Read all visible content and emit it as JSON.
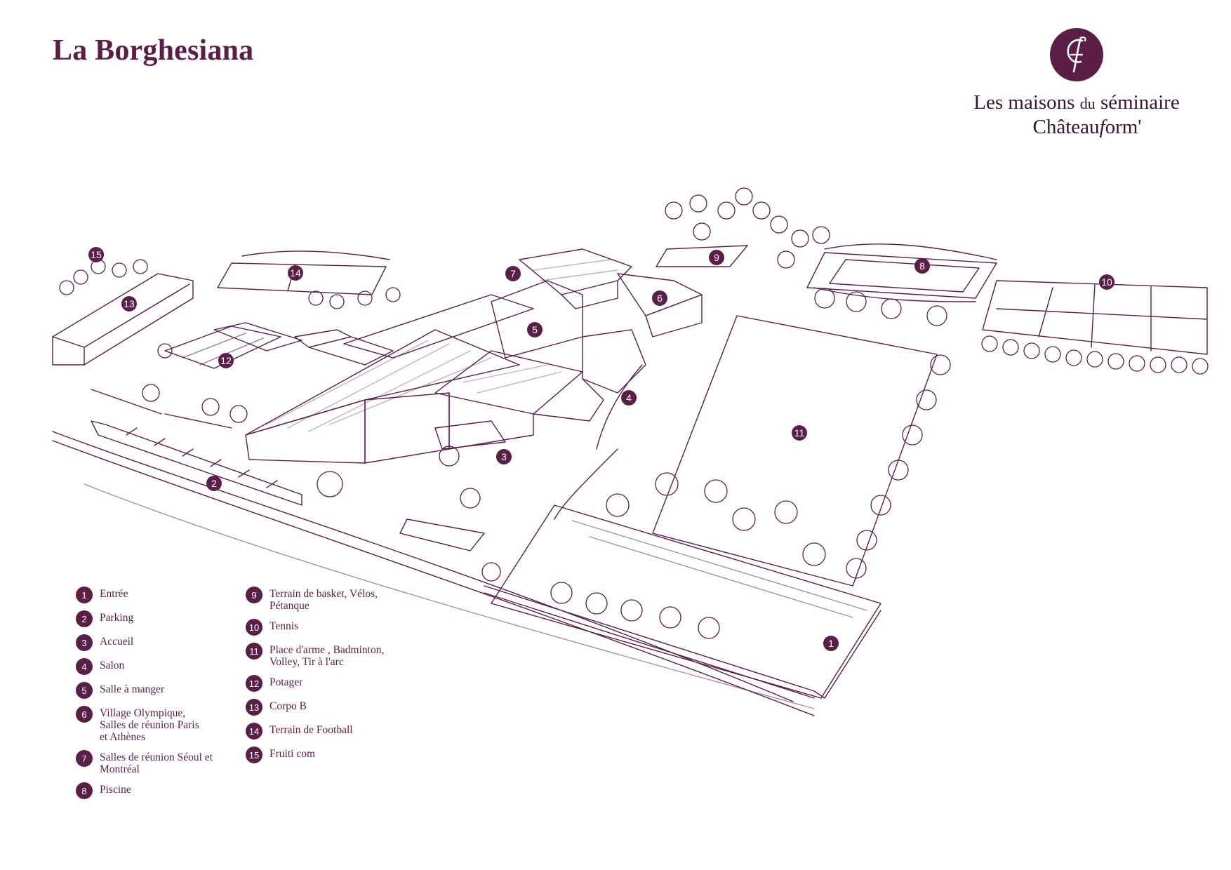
{
  "title": "La Borghesiana",
  "brand": {
    "line1_part1": "Les maisons ",
    "line1_small": "du",
    "line1_part2": " séminaire",
    "line2_part1": "Château",
    "line2_italic": "f",
    "line2_part2": "orm'",
    "logo_icon": "cf-monogram-icon",
    "color": "#5b1e47"
  },
  "map_markers": [
    {
      "num": "1",
      "label": "Entrée"
    },
    {
      "num": "2",
      "label": "Parking"
    },
    {
      "num": "3",
      "label": "Accueil"
    },
    {
      "num": "4",
      "label": "Salon"
    },
    {
      "num": "5",
      "label": "Salle à manger"
    },
    {
      "num": "6",
      "label": "Village Olympique,\nSalles de réunion Paris\net Athènes"
    },
    {
      "num": "7",
      "label": "Salles de réunion Séoul et\nMontréal"
    },
    {
      "num": "8",
      "label": "Piscine"
    },
    {
      "num": "9",
      "label": "Terrain de basket, Vélos,\nPétanque"
    },
    {
      "num": "10",
      "label": "Tennis"
    },
    {
      "num": "11",
      "label": "Place d'arme , Badminton,\nVolley, Tir à l'arc"
    },
    {
      "num": "12",
      "label": "Potager"
    },
    {
      "num": "13",
      "label": "Corpo B"
    },
    {
      "num": "14",
      "label": "Terrain de Football"
    },
    {
      "num": "15",
      "label": "Fruiti com"
    }
  ]
}
